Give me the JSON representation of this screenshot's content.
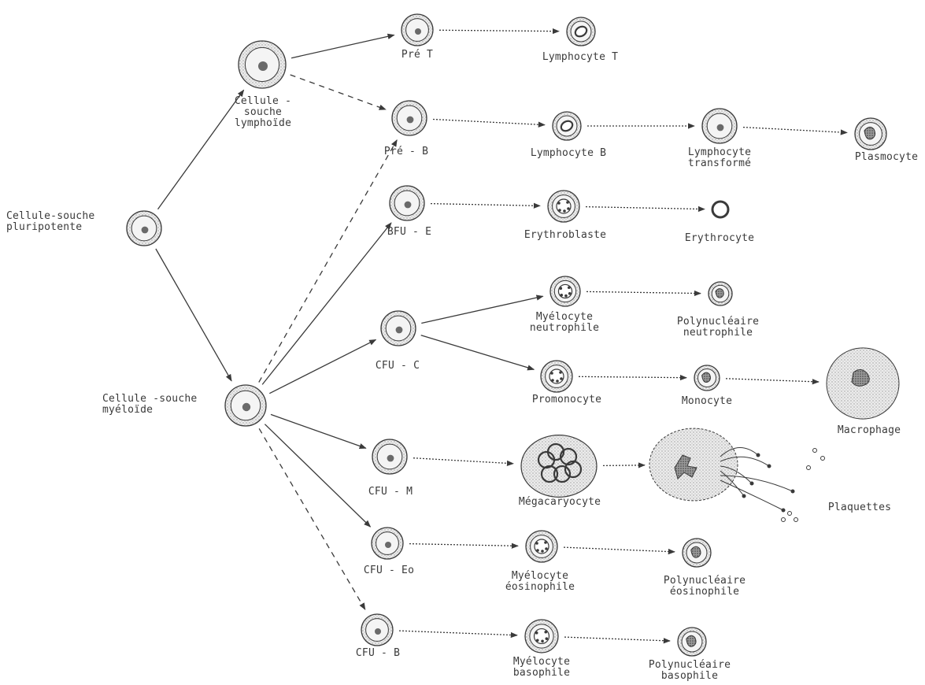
{
  "colors": {
    "ink": "#3a3a3a",
    "cell_fill": "#e4e4e4",
    "nucleus": "#6a6a6a",
    "macrophage": "#cfcfcf"
  },
  "cells": {
    "pluripotent": {
      "label": [
        "Cellule-souche",
        "pluripotente"
      ]
    },
    "lymphoid_stem": {
      "label": [
        "Cellule -",
        "souche",
        "lymphoïde"
      ]
    },
    "myeloid_stem": {
      "label": [
        "Cellule -souche",
        "myéloïde"
      ]
    },
    "pre_t": {
      "label": [
        "Pré T"
      ]
    },
    "lymphocyte_t": {
      "label": [
        "Lymphocyte T"
      ]
    },
    "pre_b": {
      "label": [
        "Pré - B"
      ]
    },
    "lymphocyte_b": {
      "label": [
        "Lymphocyte B"
      ]
    },
    "lymphocyte_transformed": {
      "label": [
        "Lymphocyte",
        "transformé"
      ]
    },
    "plasmocyte": {
      "label": [
        "Plasmocyte"
      ]
    },
    "bfu_e": {
      "label": [
        "BFU - E"
      ]
    },
    "erythroblast": {
      "label": [
        "Erythroblaste"
      ]
    },
    "erythrocyte": {
      "label": [
        "Erythrocyte"
      ]
    },
    "cfu_c": {
      "label": [
        "CFU - C"
      ]
    },
    "myelocyte_neutrophil": {
      "label": [
        "Myélocyte",
        "neutrophile"
      ]
    },
    "polynuclear_neutrophil": {
      "label": [
        "Polynucléaire",
        "neutrophile"
      ]
    },
    "promonocyte": {
      "label": [
        "Promonocyte"
      ]
    },
    "monocyte": {
      "label": [
        "Monocyte"
      ]
    },
    "macrophage": {
      "label": [
        "Macrophage"
      ]
    },
    "cfu_m": {
      "label": [
        "CFU - M"
      ]
    },
    "megakaryocyte": {
      "label": [
        "Mégacaryocyte"
      ]
    },
    "platelets": {
      "label": [
        "Plaquettes"
      ]
    },
    "cfu_eo": {
      "label": [
        "CFU - Eo"
      ]
    },
    "myelocyte_eosinophil": {
      "label": [
        "Myélocyte",
        "éosinophile"
      ]
    },
    "polynuclear_eosinophil": {
      "label": [
        "Polynucléaire",
        "éosinophile"
      ]
    },
    "cfu_b": {
      "label": [
        "CFU - B"
      ]
    },
    "myelocyte_basophil": {
      "label": [
        "Myélocyte",
        "basophile"
      ]
    },
    "polynuclear_basophil": {
      "label": [
        "Polynucléaire",
        "basophile"
      ]
    }
  },
  "edges": [
    {
      "from": "pluripotent",
      "to": "lymphoid_stem",
      "style": "solid"
    },
    {
      "from": "pluripotent",
      "to": "myeloid_stem",
      "style": "solid"
    },
    {
      "from": "lymphoid_stem",
      "to": "pre_t",
      "style": "solid"
    },
    {
      "from": "lymphoid_stem",
      "to": "pre_b",
      "style": "dashed"
    },
    {
      "from": "pre_t",
      "to": "lymphocyte_t",
      "style": "dotted"
    },
    {
      "from": "pre_b",
      "to": "lymphocyte_b",
      "style": "dotted"
    },
    {
      "from": "lymphocyte_b",
      "to": "lymphocyte_transformed",
      "style": "dotted"
    },
    {
      "from": "lymphocyte_transformed",
      "to": "plasmocyte",
      "style": "dotted"
    },
    {
      "from": "myeloid_stem",
      "to": "pre_b",
      "style": "dashed"
    },
    {
      "from": "myeloid_stem",
      "to": "bfu_e",
      "style": "solid"
    },
    {
      "from": "bfu_e",
      "to": "erythroblast",
      "style": "dotted"
    },
    {
      "from": "erythroblast",
      "to": "erythrocyte",
      "style": "dotted"
    },
    {
      "from": "myeloid_stem",
      "to": "cfu_c",
      "style": "solid"
    },
    {
      "from": "cfu_c",
      "to": "myelocyte_neutrophil",
      "style": "solid"
    },
    {
      "from": "cfu_c",
      "to": "promonocyte",
      "style": "solid"
    },
    {
      "from": "myelocyte_neutrophil",
      "to": "polynuclear_neutrophil",
      "style": "dotted"
    },
    {
      "from": "promonocyte",
      "to": "monocyte",
      "style": "dotted"
    },
    {
      "from": "monocyte",
      "to": "macrophage",
      "style": "dotted"
    },
    {
      "from": "myeloid_stem",
      "to": "cfu_m",
      "style": "solid"
    },
    {
      "from": "cfu_m",
      "to": "megakaryocyte",
      "style": "dotted"
    },
    {
      "from": "megakaryocyte",
      "to": "platelets",
      "style": "dotted"
    },
    {
      "from": "myeloid_stem",
      "to": "cfu_eo",
      "style": "solid"
    },
    {
      "from": "cfu_eo",
      "to": "myelocyte_eosinophil",
      "style": "dotted"
    },
    {
      "from": "myelocyte_eosinophil",
      "to": "polynuclear_eosinophil",
      "style": "dotted"
    },
    {
      "from": "myeloid_stem",
      "to": "cfu_b",
      "style": "dashed"
    },
    {
      "from": "cfu_b",
      "to": "myelocyte_basophil",
      "style": "dotted"
    },
    {
      "from": "myelocyte_basophil",
      "to": "polynuclear_basophil",
      "style": "dotted"
    }
  ]
}
